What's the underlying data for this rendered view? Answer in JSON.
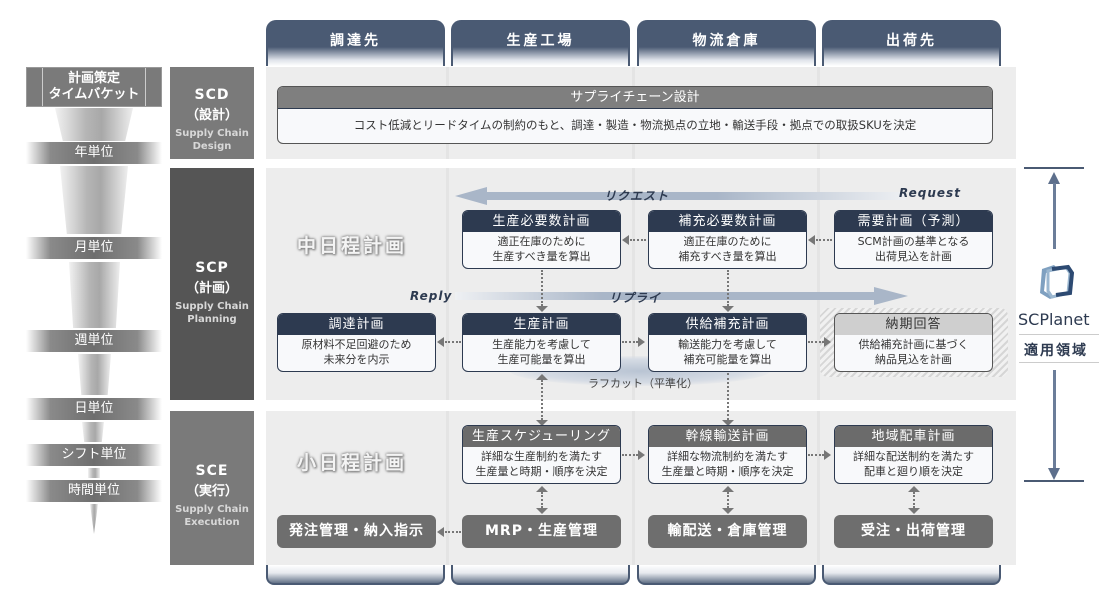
{
  "columns": [
    {
      "label": "調達先"
    },
    {
      "label": "生産工場"
    },
    {
      "label": "物流倉庫"
    },
    {
      "label": "出荷先"
    }
  ],
  "timeline": {
    "header": {
      "line1": "計画策定",
      "line2": "タイムバケット"
    },
    "units": [
      "年単位",
      "月単位",
      "週単位",
      "日単位",
      "シフト単位",
      "時間単位"
    ]
  },
  "layers": {
    "scd": {
      "abbr": "SCD",
      "jp": "（設計）",
      "en1": "Supply Chain",
      "en2": "Design"
    },
    "scp": {
      "abbr": "SCP",
      "jp": "（計画）",
      "en1": "Supply Chain",
      "en2": "Planning"
    },
    "sce": {
      "abbr": "SCE",
      "jp": "（実行）",
      "en1": "Supply Chain",
      "en2": "Execution"
    }
  },
  "scd_box": {
    "title": "サプライチェーン設計",
    "desc": "コスト低減とリードタイムの制約のもと、調達・製造・物流拠点の立地・輸送手段・拠点での取扱SKUを決定"
  },
  "scp": {
    "label": "中日程計画",
    "request_jp": "リクエスト",
    "request_en": "Request",
    "reply_en": "Reply",
    "reply_jp": "リプライ",
    "rough_cut": "ラフカット（平準化）",
    "row1": [
      {
        "title": "生産必要数計画",
        "desc1": "適正在庫のために",
        "desc2": "生産すべき量を算出"
      },
      {
        "title": "補充必要数計画",
        "desc1": "適正在庫のために",
        "desc2": "補充すべき量を算出"
      },
      {
        "title": "需要計画（予測）",
        "desc1": "SCM計画の基準となる",
        "desc2": "出荷見込を計画"
      }
    ],
    "row2": [
      {
        "title": "調達計画",
        "desc1": "原材料不足回避のため",
        "desc2": "未来分を内示"
      },
      {
        "title": "生産計画",
        "desc1": "生産能力を考慮して",
        "desc2": "生産可能量を算出"
      },
      {
        "title": "供給補充計画",
        "desc1": "輸送能力を考慮して",
        "desc2": "補充可能量を算出"
      },
      {
        "title": "納期回答",
        "desc1": "供給補充計画に基づく",
        "desc2": "納品見込を計画"
      }
    ]
  },
  "sce": {
    "label": "小日程計画",
    "plans": [
      {
        "title": "生産スケジューリング",
        "desc1": "詳細な生産制約を満たす",
        "desc2": "生産量と時期・順序を決定"
      },
      {
        "title": "幹線輸送計画",
        "desc1": "詳細な物流制約を満たす",
        "desc2": "生産量と時期・順序を決定"
      },
      {
        "title": "地域配車計画",
        "desc1": "詳細な配送制約を満たす",
        "desc2": "配車と廻り順を決定"
      }
    ],
    "systems": [
      "発注管理・納入指示",
      "MRP・生産管理",
      "輸配送・倉庫管理",
      "受注・出荷管理"
    ]
  },
  "scope": {
    "brand": "SCPlanet",
    "label": "適用領域"
  },
  "colors": {
    "navy": "#2d3a50",
    "header_navy": "#4a5a73",
    "arrow_blue": "#a9b6c8",
    "band_gray": "#ededed",
    "scd_gray": "#7a7a7a",
    "scp_dark": "#555555",
    "sce_gray": "#6e6e6e"
  }
}
